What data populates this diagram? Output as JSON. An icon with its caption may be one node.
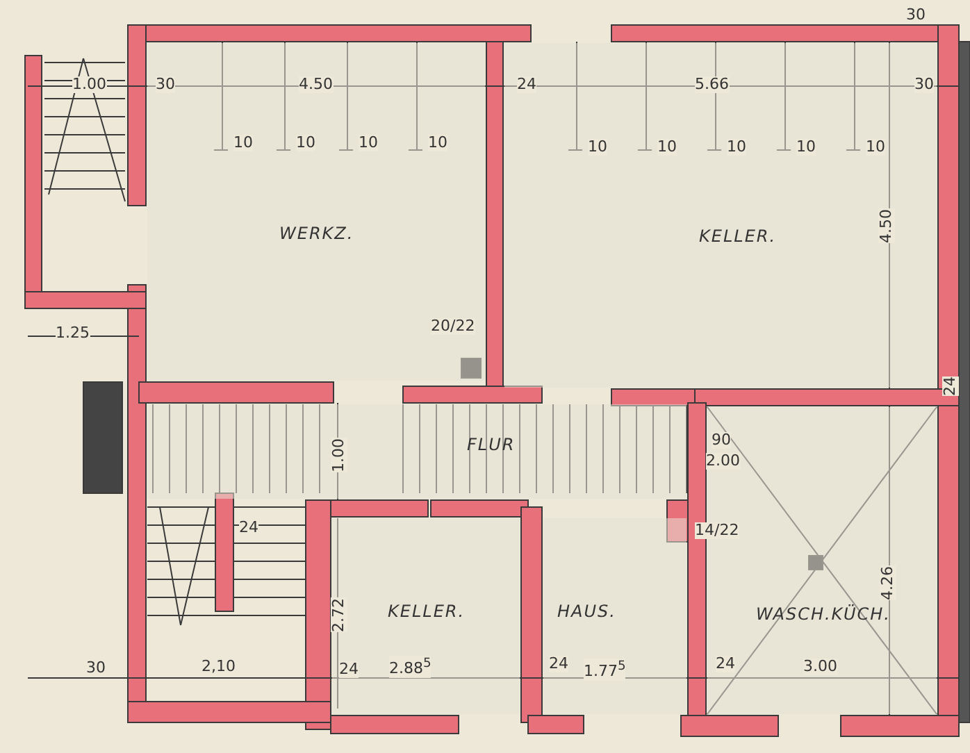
{
  "diagram": {
    "nodes": [
      {
        "text": [
          "WERKZ."
        ]
      },
      {
        "text": [
          "KELLER."
        ]
      },
      {
        "text": [
          "FLUR"
        ]
      },
      {
        "text": [
          "KELLER."
        ]
      },
      {
        "text": [
          "HAUS."
        ]
      },
      {
        "text": [
          "WASCH.KÜCH."
        ]
      }
    ],
    "labels": [
      "30",
      "1.00",
      "30",
      "4.50",
      "24",
      "5.66",
      "30",
      "10",
      "10",
      "10",
      "10",
      "10",
      "10",
      "10",
      "10",
      "10",
      "4.50",
      "1.25",
      "20/22",
      "24",
      "1.00",
      "90",
      "2.00",
      "24",
      "14/22",
      "4.26",
      "2.72",
      "30",
      "2,10",
      "24",
      "2.88$^{5}$",
      "24",
      "1.77$^{5}$",
      "24",
      "3.00"
    ]
  }
}
